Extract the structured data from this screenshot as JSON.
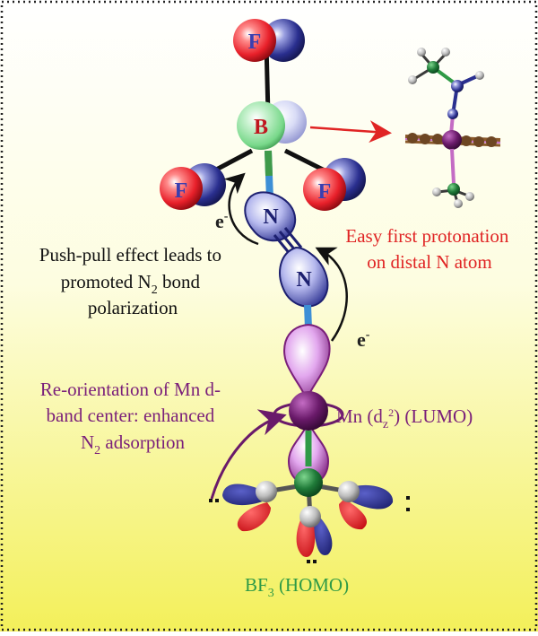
{
  "atoms": {
    "fluorine": "F",
    "boron": "B",
    "nitrogen": "N",
    "electron": "e",
    "electron_sup": "-"
  },
  "annotations": {
    "push_pull": [
      "Push-pull effect leads to",
      "promoted N",
      "2",
      " bond",
      "polarization"
    ],
    "protonation": [
      "Easy first protonation",
      "on distal N atom"
    ],
    "reorientation": [
      "Re-orientation of Mn d-",
      "band center: enhanced",
      "N",
      "2",
      " adsorption"
    ],
    "mn_label": [
      "Mn (d",
      "z",
      "2",
      ") (LUMO)"
    ],
    "bf3_label": [
      "BF",
      "3",
      " (HOMO)"
    ]
  },
  "colors": {
    "background_top": "#ffffff",
    "background_bottom": "#f3f05a",
    "fluorine_red": "#e8202a",
    "orbital_blue": "#2a2f8f",
    "boron_green": "#78d88a",
    "mn_purple": "#7a1f7a",
    "lobe_purple": "#c86fd8",
    "bf3_green": "#2f9a46",
    "arrow_red": "#e02424",
    "text_red": "#e02424",
    "text_purple": "#7a1f7a",
    "text_green": "#2f9a46"
  }
}
